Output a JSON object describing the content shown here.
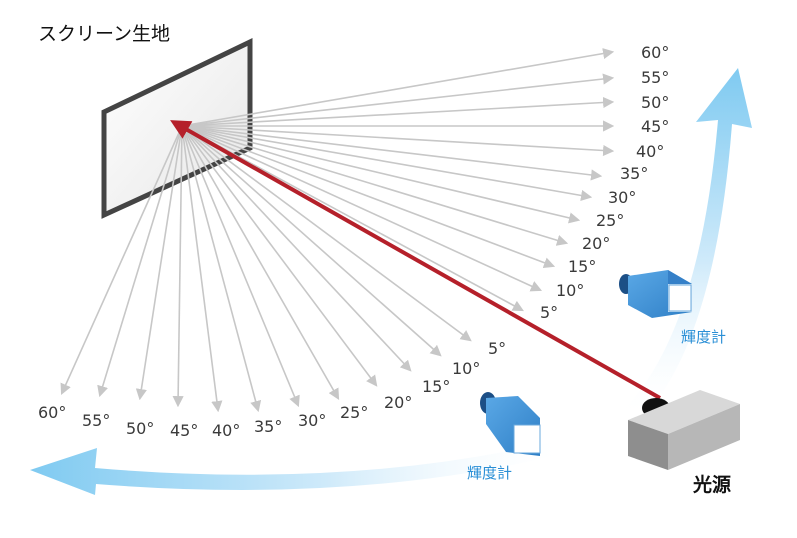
{
  "title": "スクリーン生地",
  "light_source_label": "光源",
  "meter_label": "輝度計",
  "upper_angles": [
    "60°",
    "55°",
    "50°",
    "45°",
    "40°",
    "35°",
    "30°",
    "25°",
    "20°",
    "15°",
    "10°",
    "5°"
  ],
  "lower_angles": [
    "60°",
    "55°",
    "50°",
    "45°",
    "40°",
    "35°",
    "30°",
    "25°",
    "20°",
    "15°",
    "10°",
    "5°"
  ],
  "colors": {
    "ray": "#c7c7c7",
    "beam": "#b5202a",
    "arrow": "#8fd0f3",
    "meter": "#3d8fd4",
    "screen_frame": "#444444"
  }
}
